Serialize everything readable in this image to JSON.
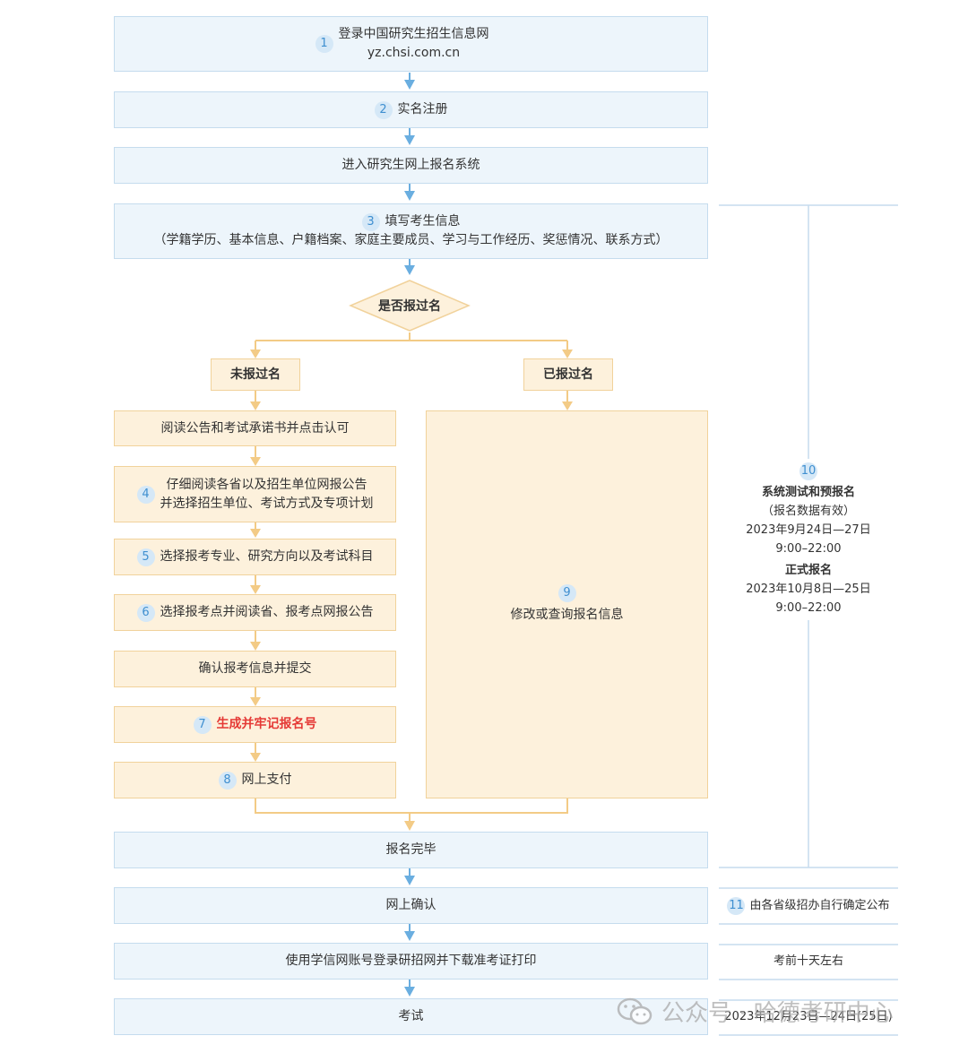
{
  "steps": {
    "s1": {
      "num": "1",
      "line1": "登录中国研究生招生信息网",
      "line2": "yz.chsi.com.cn"
    },
    "s2": {
      "num": "2",
      "label": "实名注册"
    },
    "s_enter": {
      "label": "进入研究生网上报名系统"
    },
    "s3": {
      "num": "3",
      "line1": "填写考生信息",
      "line2": "（学籍学历、基本信息、户籍档案、家庭主要成员、学习与工作经历、奖惩情况、联系方式）"
    },
    "decision": {
      "label": "是否报过名"
    },
    "branch_no": {
      "label": "未报过名"
    },
    "branch_yes": {
      "label": "已报过名"
    },
    "read_notice": {
      "label": "阅读公告和考试承诺书并点击认可"
    },
    "s4": {
      "num": "4",
      "line1": "仔细阅读各省以及招生单位网报公告",
      "line2": "并选择招生单位、考试方式及专项计划"
    },
    "s5": {
      "num": "5",
      "label": "选择报考专业、研究方向以及考试科目"
    },
    "s6": {
      "num": "6",
      "label": "选择报考点并阅读省、报考点网报公告"
    },
    "confirm": {
      "label": "确认报考信息并提交"
    },
    "s7": {
      "num": "7",
      "label": "生成并牢记报名号"
    },
    "s8": {
      "num": "8",
      "label": "网上支付"
    },
    "s9": {
      "num": "9",
      "label": "修改或查询报名信息"
    },
    "done": {
      "label": "报名完毕"
    },
    "online_confirm": {
      "label": "网上确认"
    },
    "print": {
      "label": "使用学信网账号登录研招网并下载准考证打印"
    },
    "exam": {
      "label": "考试"
    }
  },
  "side": {
    "n10": "10",
    "pre_title": "系统测试和预报名",
    "pre_note": "（报名数据有效）",
    "pre_date": "2023年9月24日—27日",
    "pre_time": "9:00–22:00",
    "formal_title": "正式报名",
    "formal_date": "2023年10月8日—25日",
    "formal_time": "9:00–22:00",
    "n11": "11",
    "confirm_note": "由各省级招办自行确定公布",
    "print_note": "考前十天左右",
    "exam_date": "2023年12月23日—24日(25日)"
  },
  "watermark": "公众号 · 哈德考研中心",
  "colors": {
    "blue_fill": "#edf5fb",
    "blue_border": "#c5dcee",
    "orange_fill": "#fdf1dc",
    "orange_border": "#f1d29b",
    "blue_arrow": "#6aaee0",
    "orange_arrow": "#f3cb86",
    "red": "#e53935"
  },
  "icons": [
    "wechat-icon"
  ]
}
